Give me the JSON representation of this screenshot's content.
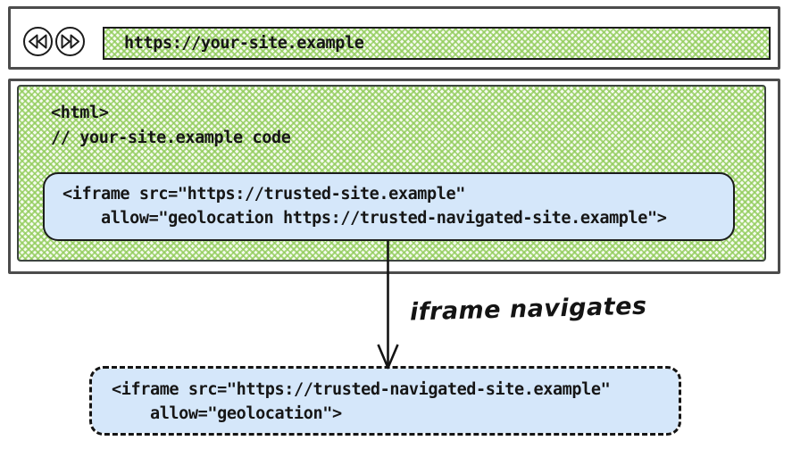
{
  "browser": {
    "url": "https://your-site.example",
    "back_icon": "rewind-icon",
    "forward_icon": "fast-forward-icon"
  },
  "page_code": {
    "line1": "<html>",
    "line2": "// your-site.example code"
  },
  "iframe_embed": {
    "line1": "<iframe src=\"https://trusted-site.example\"",
    "line2": "    allow=\"geolocation https://trusted-navigated-site.example\">"
  },
  "arrow_label": "iframe navigates",
  "iframe_navigated": {
    "line1": "<iframe src=\"https://trusted-navigated-site.example\"",
    "line2": "    allow=\"geolocation\">"
  },
  "colors": {
    "hatch_green": "#92cc5c",
    "code_box_blue": "#d5e7fa",
    "border_dark": "#1c1c1c",
    "window_border_gray": "#4c4c4c"
  }
}
